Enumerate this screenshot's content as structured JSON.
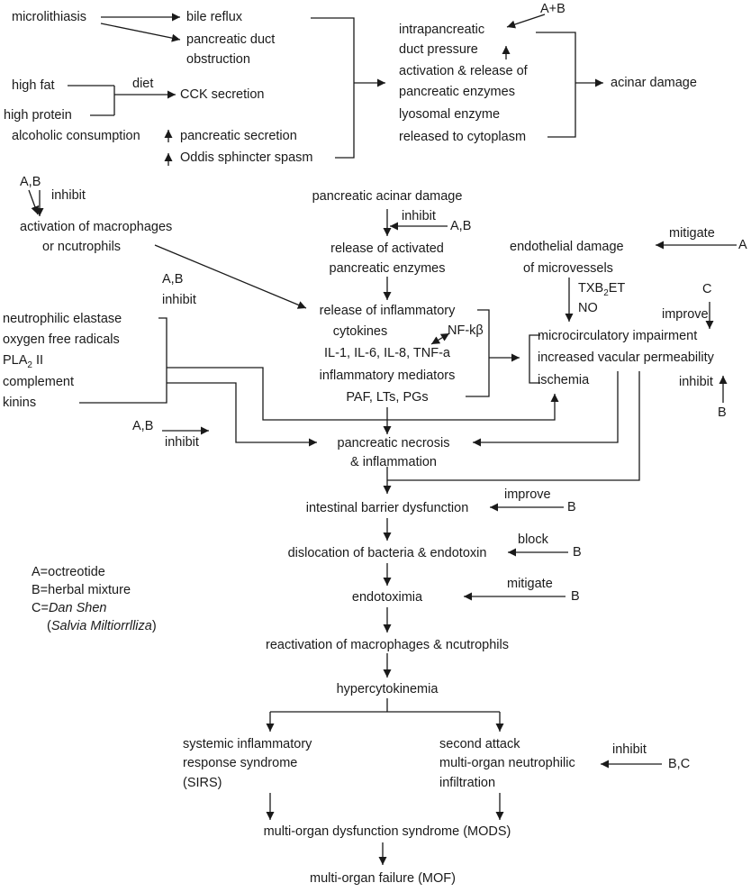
{
  "etiology": {
    "microlithiasis": "microlithiasis",
    "bile_reflux": "bile reflux",
    "pancreatic_duct": "pancreatic duct",
    "obstruction": "obstruction",
    "high_fat": "high fat",
    "high_protein": "high protein",
    "diet": "diet",
    "cck_secretion": "CCK secretion",
    "alcoholic_consumption": "alcoholic consumption",
    "pancreatic_secretion": "pancreatic secretion",
    "oddis_spasm": "Oddis sphincter spasm",
    "up_arrow": "↑"
  },
  "top_right": {
    "intrapancreatic": "intrapancreatic",
    "duct_pressure": "duct pressure",
    "activation_release": "activation & release of",
    "pancreatic_enzymes": "pancreatic enzymes",
    "lysosomal": "lyosomal enzyme",
    "released_cytoplasm": "released to cytoplasm",
    "ab": "A+B",
    "acinar_damage": "acinar damage"
  },
  "macrophage": {
    "ab": "A,B",
    "inhibit": "inhibit",
    "activation": "activation of macrophages",
    "neutrophils": "or ncutrophils"
  },
  "central": {
    "pancreatic_acinar_damage": "pancreatic acinar damage",
    "inhibit": "inhibit",
    "ab": "A,B",
    "release_activated": "release of activated",
    "pancreatic_enzymes": "pancreatic enzymes",
    "ab_mid": "A,B",
    "inhibit_mid": "inhibit",
    "release_inflammatory": "release of inflammatory",
    "cytokines": "cytokines",
    "nfkb": "NF-kβ",
    "interleukins": "IL-1, IL-6, IL-8, TNF-a",
    "mediators": "inflammatory mediators",
    "paf": "PAF, LTs, PGs"
  },
  "left_list": {
    "elastase": "neutrophilic elastase",
    "radicals": "oxygen free radicals",
    "pla2_prefix": "PLA",
    "pla2_sub": "2",
    "pla2_suffix": " II",
    "complement": "complement",
    "kinins": "kinins"
  },
  "endothelial": {
    "mitigate": "mitigate",
    "a": "A",
    "endothelial_damage": "endothelial damage",
    "microvessels": "of microvessels",
    "txb_prefix": "TXB",
    "txb_sub": "2",
    "txb_suffix": "ET",
    "no": "NO",
    "c": "C",
    "improve": "improve",
    "microcirculatory": "microcirculatory impairment",
    "permeability": "increased vacular permeability",
    "ischemia": "ischemia",
    "inhibit": "inhibit",
    "b": "B"
  },
  "necrosis": {
    "ab": "A,B",
    "inhibit": "inhibit",
    "line1": "pancreatic necrosis",
    "line2": "& inflammation"
  },
  "cascade": {
    "intestinal": "intestinal barrier dysfunction",
    "improve": "improve",
    "b1": "B",
    "dislocation": "dislocation of bacteria & endotoxin",
    "block": "block",
    "b2": "B",
    "endotoximia": "endotoximia",
    "mitigate": "mitigate",
    "b3": "B",
    "reactivation": "reactivation of macrophages & ncutrophils",
    "hypercytokinemia": "hypercytokinemia",
    "sirs1": "systemic inflammatory",
    "sirs2": "response syndrome",
    "sirs3": "(SIRS)",
    "second1": "second attack",
    "second2": "multi-organ neutrophilic",
    "second3": "infiltration",
    "inhibit": "inhibit",
    "bc": "B,C",
    "mods": "multi-organ dysfunction syndrome (MODS)",
    "mof": "multi-organ failure (MOF)"
  },
  "legend": {
    "a": "A=octreotide",
    "b": "B=herbal mixture",
    "c_prefix": "C=",
    "c_name": "Dan Shen",
    "c_latin_open": "(",
    "c_latin": "Salvia Miltiorrlliza",
    "c_latin_close": ")"
  }
}
